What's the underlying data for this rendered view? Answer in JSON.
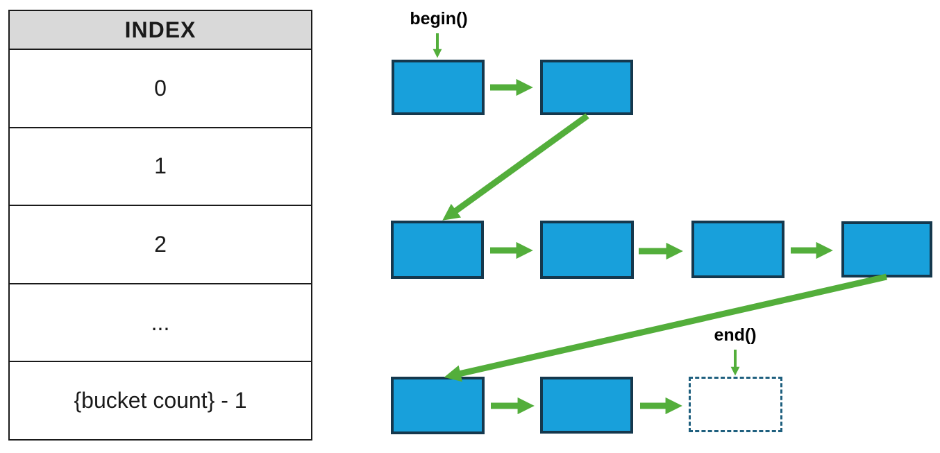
{
  "colors": {
    "node-fill": "#18A0DB",
    "node-border": "#15384D",
    "arrow-green": "#53AE3B",
    "dashed-border": "#1E5F7E",
    "header-bg": "#D9D9D9",
    "text": "#1A1A1A"
  },
  "index_table": {
    "header": "INDEX",
    "rows": [
      "0",
      "1",
      "2",
      "...",
      "{bucket count} - 1"
    ]
  },
  "labels": {
    "begin": "begin()",
    "end": "end()"
  }
}
